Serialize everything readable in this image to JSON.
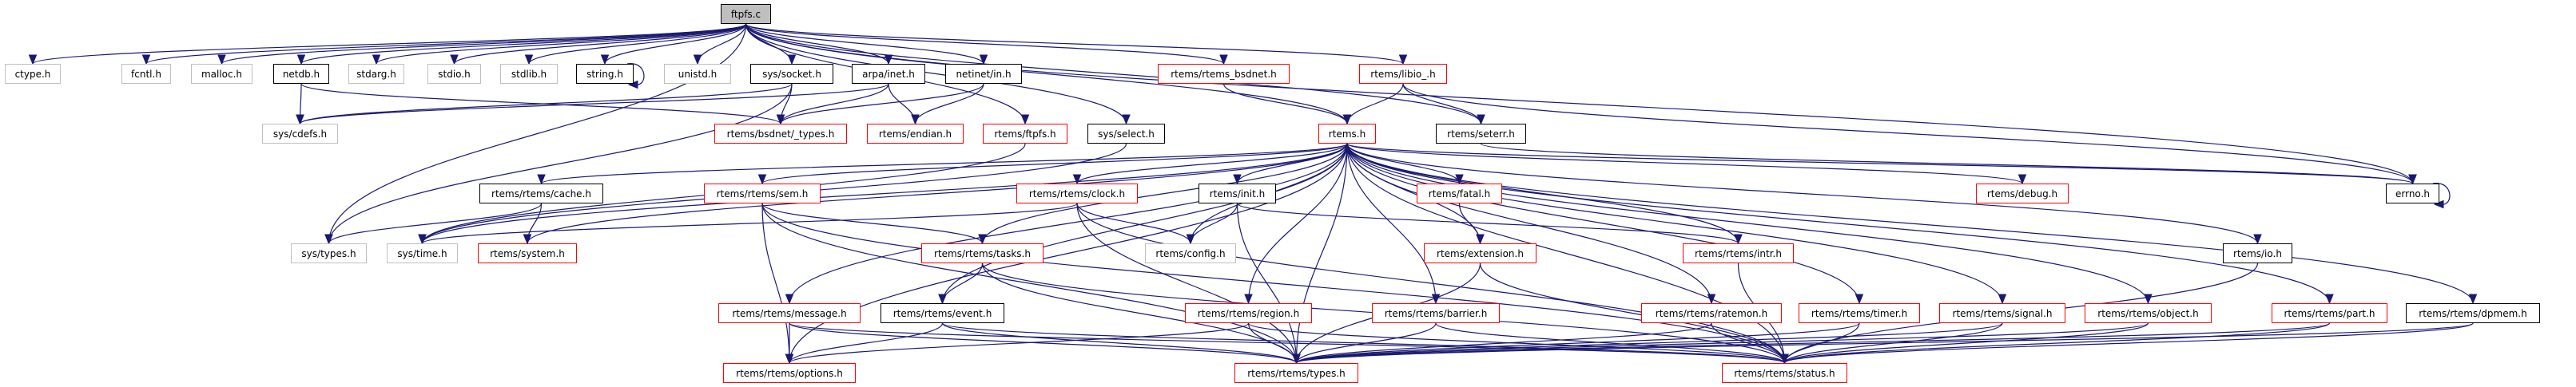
{
  "title": "ftpfs.c include dependency graph",
  "colors": {
    "edge": "#191970",
    "root_fill": "#bfbfbf",
    "documented_border": "#000000",
    "undocumented_border": "#ff0000",
    "missing_border": "#bfbfbf"
  },
  "nodes": [
    {
      "id": "ftpfs_c",
      "label": "ftpfs.c",
      "kind": "root"
    },
    {
      "id": "ctype",
      "label": "ctype.h",
      "kind": "missing"
    },
    {
      "id": "fcntl",
      "label": "fcntl.h",
      "kind": "missing"
    },
    {
      "id": "malloc",
      "label": "malloc.h",
      "kind": "missing"
    },
    {
      "id": "netdb",
      "label": "netdb.h",
      "kind": "documented"
    },
    {
      "id": "stdarg",
      "label": "stdarg.h",
      "kind": "missing"
    },
    {
      "id": "stdio",
      "label": "stdio.h",
      "kind": "missing"
    },
    {
      "id": "stdlib",
      "label": "stdlib.h",
      "kind": "missing"
    },
    {
      "id": "string",
      "label": "string.h",
      "kind": "documented"
    },
    {
      "id": "unistd",
      "label": "unistd.h",
      "kind": "missing"
    },
    {
      "id": "socket",
      "label": "sys/socket.h",
      "kind": "documented"
    },
    {
      "id": "inet",
      "label": "arpa/inet.h",
      "kind": "documented"
    },
    {
      "id": "netin",
      "label": "netinet/in.h",
      "kind": "documented"
    },
    {
      "id": "bsdnet",
      "label": "rtems/rtems_bsdnet.h",
      "kind": "red"
    },
    {
      "id": "libio",
      "label": "rtems/libio_.h",
      "kind": "red"
    },
    {
      "id": "cdefs",
      "label": "sys/cdefs.h",
      "kind": "missing"
    },
    {
      "id": "btypes",
      "label": "rtems/bsdnet/_types.h",
      "kind": "red"
    },
    {
      "id": "endian",
      "label": "rtems/endian.h",
      "kind": "red"
    },
    {
      "id": "ftpfsh",
      "label": "rtems/ftpfs.h",
      "kind": "red"
    },
    {
      "id": "select",
      "label": "sys/select.h",
      "kind": "documented"
    },
    {
      "id": "rtems",
      "label": "rtems.h",
      "kind": "red"
    },
    {
      "id": "seterr",
      "label": "rtems/seterr.h",
      "kind": "documented"
    },
    {
      "id": "cache",
      "label": "rtems/rtems/cache.h",
      "kind": "documented"
    },
    {
      "id": "sem",
      "label": "rtems/rtems/sem.h",
      "kind": "red"
    },
    {
      "id": "clock",
      "label": "rtems/rtems/clock.h",
      "kind": "red"
    },
    {
      "id": "init",
      "label": "rtems/init.h",
      "kind": "documented"
    },
    {
      "id": "fatal",
      "label": "rtems/fatal.h",
      "kind": "red"
    },
    {
      "id": "debug",
      "label": "rtems/debug.h",
      "kind": "red"
    },
    {
      "id": "errno",
      "label": "errno.h",
      "kind": "documented"
    },
    {
      "id": "systypes",
      "label": "sys/types.h",
      "kind": "missing"
    },
    {
      "id": "systime",
      "label": "sys/time.h",
      "kind": "missing"
    },
    {
      "id": "system",
      "label": "rtems/system.h",
      "kind": "red"
    },
    {
      "id": "tasks",
      "label": "rtems/rtems/tasks.h",
      "kind": "red"
    },
    {
      "id": "config",
      "label": "rtems/config.h",
      "kind": "missing"
    },
    {
      "id": "extension",
      "label": "rtems/extension.h",
      "kind": "red"
    },
    {
      "id": "intr",
      "label": "rtems/rtems/intr.h",
      "kind": "red"
    },
    {
      "id": "io",
      "label": "rtems/io.h",
      "kind": "documented"
    },
    {
      "id": "message",
      "label": "rtems/rtems/message.h",
      "kind": "red"
    },
    {
      "id": "event",
      "label": "rtems/rtems/event.h",
      "kind": "documented"
    },
    {
      "id": "region",
      "label": "rtems/rtems/region.h",
      "kind": "red"
    },
    {
      "id": "barrier",
      "label": "rtems/rtems/barrier.h",
      "kind": "red"
    },
    {
      "id": "ratemon",
      "label": "rtems/rtems/ratemon.h",
      "kind": "red"
    },
    {
      "id": "timer",
      "label": "rtems/rtems/timer.h",
      "kind": "red"
    },
    {
      "id": "signal",
      "label": "rtems/rtems/signal.h",
      "kind": "red"
    },
    {
      "id": "object",
      "label": "rtems/rtems/object.h",
      "kind": "red"
    },
    {
      "id": "part",
      "label": "rtems/rtems/part.h",
      "kind": "red"
    },
    {
      "id": "dpmem",
      "label": "rtems/rtems/dpmem.h",
      "kind": "documented"
    },
    {
      "id": "options",
      "label": "rtems/rtems/options.h",
      "kind": "red"
    },
    {
      "id": "types",
      "label": "rtems/rtems/types.h",
      "kind": "red"
    },
    {
      "id": "status",
      "label": "rtems/rtems/status.h",
      "kind": "red"
    }
  ],
  "edges": [
    [
      "ftpfs_c",
      "ctype"
    ],
    [
      "ftpfs_c",
      "fcntl"
    ],
    [
      "ftpfs_c",
      "malloc"
    ],
    [
      "ftpfs_c",
      "netdb"
    ],
    [
      "ftpfs_c",
      "stdarg"
    ],
    [
      "ftpfs_c",
      "stdio"
    ],
    [
      "ftpfs_c",
      "stdlib"
    ],
    [
      "ftpfs_c",
      "string"
    ],
    [
      "ftpfs_c",
      "unistd"
    ],
    [
      "ftpfs_c",
      "socket"
    ],
    [
      "ftpfs_c",
      "inet"
    ],
    [
      "ftpfs_c",
      "netin"
    ],
    [
      "ftpfs_c",
      "bsdnet"
    ],
    [
      "ftpfs_c",
      "libio"
    ],
    [
      "ftpfs_c",
      "seterr"
    ],
    [
      "ftpfs_c",
      "rtems"
    ],
    [
      "ftpfs_c",
      "ftpfsh"
    ],
    [
      "ftpfs_c",
      "select"
    ],
    [
      "ftpfs_c",
      "systypes"
    ],
    [
      "ftpfs_c",
      "errno"
    ],
    [
      "string",
      "string"
    ],
    [
      "netdb",
      "cdefs"
    ],
    [
      "netdb",
      "btypes"
    ],
    [
      "socket",
      "cdefs"
    ],
    [
      "socket",
      "btypes"
    ],
    [
      "socket",
      "systypes"
    ],
    [
      "inet",
      "cdefs"
    ],
    [
      "inet",
      "btypes"
    ],
    [
      "inet",
      "endian"
    ],
    [
      "netin",
      "btypes"
    ],
    [
      "netin",
      "endian"
    ],
    [
      "bsdnet",
      "rtems"
    ],
    [
      "libio",
      "rtems"
    ],
    [
      "libio",
      "seterr"
    ],
    [
      "libio",
      "errno"
    ],
    [
      "seterr",
      "errno"
    ],
    [
      "ftpfsh",
      "systime"
    ],
    [
      "select",
      "systime"
    ],
    [
      "rtems",
      "cache"
    ],
    [
      "rtems",
      "sem"
    ],
    [
      "rtems",
      "clock"
    ],
    [
      "rtems",
      "init"
    ],
    [
      "rtems",
      "fatal"
    ],
    [
      "rtems",
      "debug"
    ],
    [
      "rtems",
      "errno"
    ],
    [
      "rtems",
      "io"
    ],
    [
      "rtems",
      "tasks"
    ],
    [
      "rtems",
      "config"
    ],
    [
      "rtems",
      "message"
    ],
    [
      "rtems",
      "event"
    ],
    [
      "rtems",
      "region"
    ],
    [
      "rtems",
      "barrier"
    ],
    [
      "rtems",
      "ratemon"
    ],
    [
      "rtems",
      "timer"
    ],
    [
      "rtems",
      "signal"
    ],
    [
      "rtems",
      "object"
    ],
    [
      "rtems",
      "part"
    ],
    [
      "rtems",
      "dpmem"
    ],
    [
      "rtems",
      "intr"
    ],
    [
      "rtems",
      "extension"
    ],
    [
      "rtems",
      "system"
    ],
    [
      "rtems",
      "types"
    ],
    [
      "rtems",
      "status"
    ],
    [
      "rtems",
      "options"
    ],
    [
      "rtems",
      "systime"
    ],
    [
      "cache",
      "systypes"
    ],
    [
      "cache",
      "system"
    ],
    [
      "sem",
      "tasks"
    ],
    [
      "sem",
      "options"
    ],
    [
      "sem",
      "types"
    ],
    [
      "sem",
      "status"
    ],
    [
      "clock",
      "systime"
    ],
    [
      "clock",
      "config"
    ],
    [
      "clock",
      "types"
    ],
    [
      "clock",
      "status"
    ],
    [
      "init",
      "config"
    ],
    [
      "init",
      "intr"
    ],
    [
      "init",
      "types"
    ],
    [
      "fatal",
      "extension"
    ],
    [
      "tasks",
      "event"
    ],
    [
      "tasks",
      "types"
    ],
    [
      "tasks",
      "status"
    ],
    [
      "extension",
      "types"
    ],
    [
      "extension",
      "status"
    ],
    [
      "intr",
      "status"
    ],
    [
      "io",
      "status"
    ],
    [
      "message",
      "options"
    ],
    [
      "message",
      "types"
    ],
    [
      "message",
      "status"
    ],
    [
      "event",
      "options"
    ],
    [
      "event",
      "types"
    ],
    [
      "event",
      "status"
    ],
    [
      "region",
      "options"
    ],
    [
      "region",
      "types"
    ],
    [
      "region",
      "status"
    ],
    [
      "barrier",
      "types"
    ],
    [
      "barrier",
      "status"
    ],
    [
      "ratemon",
      "types"
    ],
    [
      "ratemon",
      "status"
    ],
    [
      "timer",
      "types"
    ],
    [
      "timer",
      "status"
    ],
    [
      "signal",
      "types"
    ],
    [
      "signal",
      "status"
    ],
    [
      "object",
      "types"
    ],
    [
      "object",
      "status"
    ],
    [
      "part",
      "types"
    ],
    [
      "part",
      "status"
    ],
    [
      "dpmem",
      "types"
    ],
    [
      "dpmem",
      "status"
    ],
    [
      "errno",
      "errno"
    ]
  ]
}
